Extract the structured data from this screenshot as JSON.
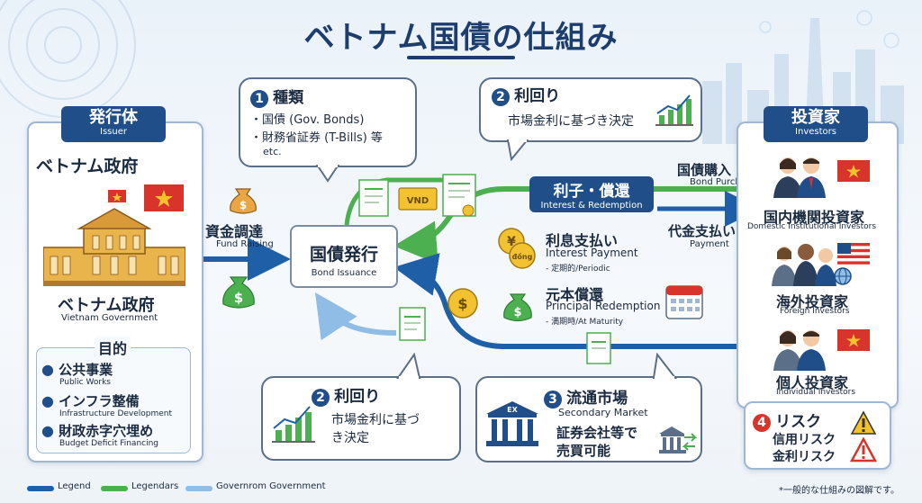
{
  "title": "ベトナム国債の仕組み",
  "issuer": {
    "tag_jp": "発行体",
    "tag_en": "Issuer",
    "name_top": "ベトナム政府",
    "name_bottom": "ベトナム政府",
    "name_en": "Vietnam Government",
    "purpose": {
      "title": "目的",
      "items": [
        {
          "jp": "公共事業",
          "en": "Public Works"
        },
        {
          "jp": "インフラ整備",
          "en": "Infrastructure Development"
        },
        {
          "jp": "財政赤字穴埋め",
          "en": "Budget Deficit Financing"
        }
      ]
    }
  },
  "types": {
    "num": "1",
    "title": "種類",
    "item1": "・国債 (Gov. Bonds)",
    "item2": "・財務省証券 (T-Bills) 等",
    "item3": "etc."
  },
  "yield_top": {
    "num": "2",
    "title": "利回り",
    "text": "市場金利に基づき決定"
  },
  "yield_bottom": {
    "num": "2",
    "title": "利回り",
    "line1": "市場金利に基づ",
    "line2": "き決定"
  },
  "secondary": {
    "num": "3",
    "title": "流通市場",
    "en": "Secondary Market",
    "line1": "証券会社等で",
    "line2": "売買可能"
  },
  "funding": {
    "jp": "資金調達",
    "en": "Fund Raising"
  },
  "issuance": {
    "jp": "国債発行",
    "en": "Bond Issuance"
  },
  "interest_redemption": {
    "jp": "利子・償還",
    "en": "Interest & Redemption"
  },
  "bond_purchase": {
    "jp": "国債購入",
    "en": "Bond Purchase"
  },
  "payment": {
    "jp": "代金支払い",
    "en": "Payment"
  },
  "interest_payment": {
    "jp": "利息支払い",
    "en": "Interest Payment",
    "note": "- 定期的/Periodic"
  },
  "principal": {
    "jp": "元本償還",
    "en": "Principal Redemption",
    "note": "- 満期時/At Maturity"
  },
  "coin_labels": {
    "yen": "¥",
    "dong": "đồng",
    "vnd": "VND",
    "usd": "$",
    "ex": "EX"
  },
  "investors": {
    "tag_jp": "投資家",
    "tag_en": "Investors",
    "domestic_inst": {
      "jp": "国内機関投資家",
      "en": "Domestic Institutional Investors"
    },
    "foreign": {
      "jp": "海外投資家",
      "en": "Foreign Investors"
    },
    "individual": {
      "jp": "個人投資家",
      "en": "Individual Investors"
    }
  },
  "risk": {
    "num": "4",
    "title": "リスク",
    "credit": "信用リスク",
    "rate": "金利リスク"
  },
  "legend": [
    {
      "label": "Legend",
      "color": "#1f5fa8"
    },
    {
      "label": "Legendars",
      "color": "#4caf50"
    },
    {
      "label": "Governrom Government",
      "color": "#8fbde6"
    }
  ],
  "footnote": "*一般的な仕組みの図解です。",
  "colors": {
    "navy": "#1f4e89",
    "green": "#4caf50",
    "light_blue": "#8fbde6",
    "dark_blue": "#1f5fa8",
    "red": "#d9342b",
    "gold": "#f2c230"
  }
}
